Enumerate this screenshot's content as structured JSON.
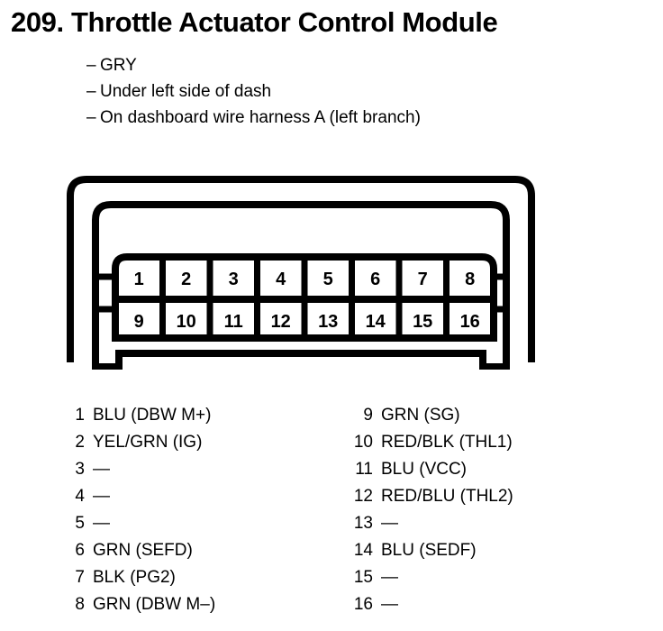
{
  "header": {
    "number": "209.",
    "title": "209. Throttle Actuator Control Module",
    "specs": [
      "GRY",
      "Under left side of dash",
      "On dashboard wire harness A (left branch)"
    ],
    "dash": "–"
  },
  "connector": {
    "name": "16-pin-connector",
    "rows": 2,
    "columns": 8,
    "top_row_pins": [
      "1",
      "2",
      "3",
      "4",
      "5",
      "6",
      "7",
      "8"
    ],
    "bottom_row_pins": [
      "9",
      "10",
      "11",
      "12",
      "13",
      "14",
      "15",
      "16"
    ],
    "stroke_color": "#000000"
  },
  "pin_list": {
    "empty_marker": "—",
    "left_column": [
      {
        "pin": "1",
        "desc": "BLU (DBW M+)"
      },
      {
        "pin": "2",
        "desc": "YEL/GRN (IG)"
      },
      {
        "pin": "3",
        "desc": "—"
      },
      {
        "pin": "4",
        "desc": "—"
      },
      {
        "pin": "5",
        "desc": "—"
      },
      {
        "pin": "6",
        "desc": "GRN (SEFD)"
      },
      {
        "pin": "7",
        "desc": "BLK (PG2)"
      },
      {
        "pin": "8",
        "desc": "GRN (DBW M–)"
      }
    ],
    "right_column": [
      {
        "pin": "9",
        "desc": "GRN (SG)"
      },
      {
        "pin": "10",
        "desc": "RED/BLK (THL1)"
      },
      {
        "pin": "11",
        "desc": "BLU (VCC)"
      },
      {
        "pin": "12",
        "desc": "RED/BLU (THL2)"
      },
      {
        "pin": "13",
        "desc": "—"
      },
      {
        "pin": "14",
        "desc": "BLU (SEDF)"
      },
      {
        "pin": "15",
        "desc": "—"
      },
      {
        "pin": "16",
        "desc": "—"
      }
    ]
  },
  "colors": {
    "background": "#ffffff",
    "ink": "#000000"
  }
}
